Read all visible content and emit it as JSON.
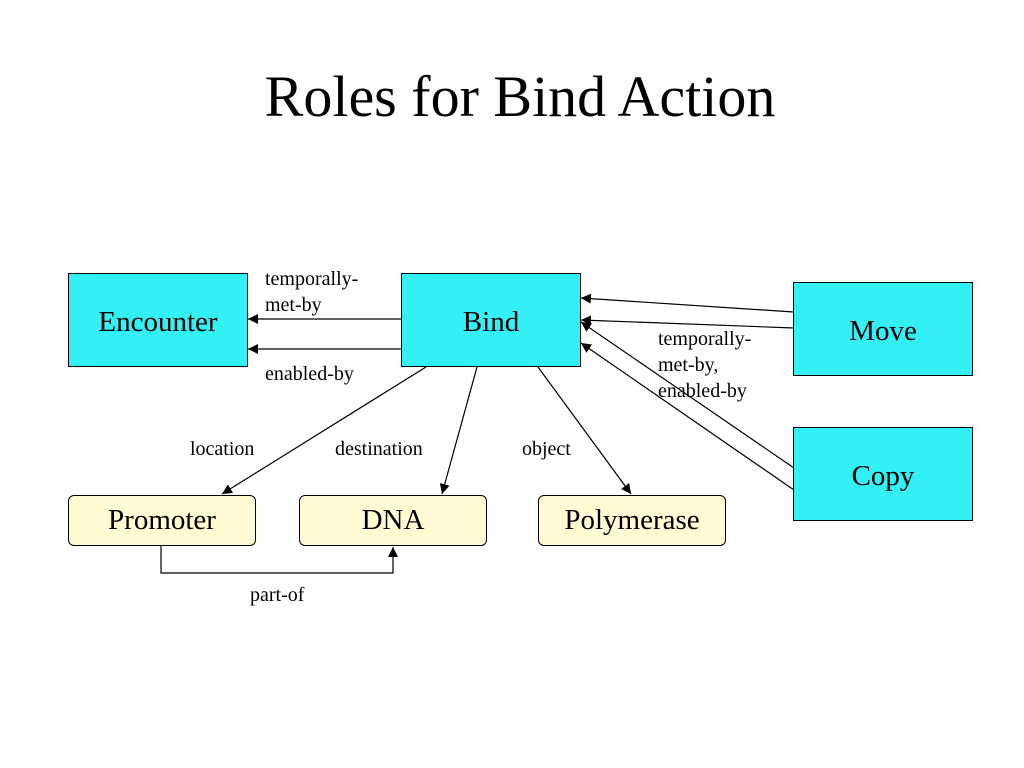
{
  "title": "Roles for Bind Action",
  "nodes": {
    "encounter": "Encounter",
    "bind": "Bind",
    "move": "Move",
    "copy": "Copy",
    "promoter": "Promoter",
    "dna": "DNA",
    "polymerase": "Polymerase"
  },
  "relations": {
    "temporally_met_by": [
      "temporally-",
      "met-by"
    ],
    "enabled_by": "enabled-by",
    "move_copy_relation": [
      "temporally-",
      "met-by,",
      "enabled-by"
    ],
    "location": "location",
    "destination": "destination",
    "object": "object",
    "part_of": "part-of"
  },
  "colors": {
    "action_fill": "#33f0f5",
    "entity_fill": "#fffbd2",
    "line": "#000000"
  }
}
